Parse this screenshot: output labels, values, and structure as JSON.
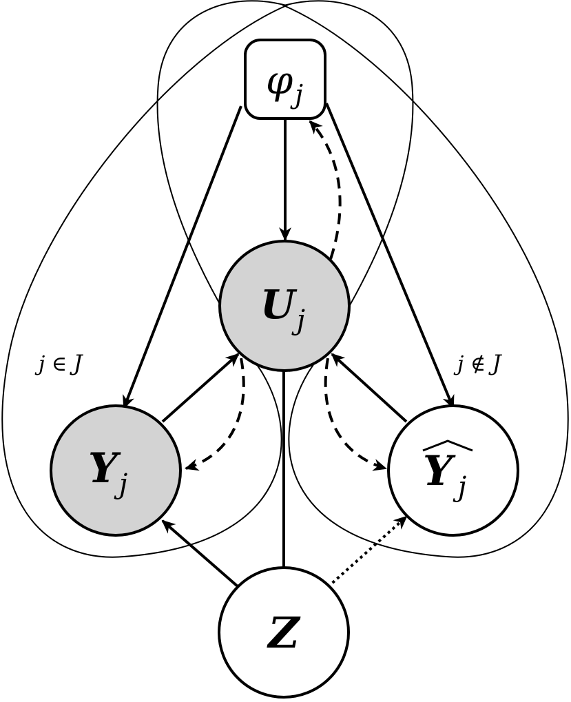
{
  "colors": {
    "stroke": "#000000",
    "observed_fill": "#d3d3d3",
    "latent_fill": "#ffffff",
    "background": "#ffffff"
  },
  "nodes": {
    "phi": {
      "base": "φ",
      "sub": "j",
      "shape": "rounded-square",
      "shaded": false
    },
    "u": {
      "base": "U",
      "sub": "j",
      "shape": "circle",
      "shaded": true
    },
    "y": {
      "base": "Y",
      "sub": "j",
      "shape": "circle",
      "shaded": true
    },
    "yhat": {
      "base": "Y",
      "sub": "j",
      "hat": true,
      "shape": "circle",
      "shaded": false
    },
    "z": {
      "base": "Z",
      "shape": "circle",
      "shaded": false
    }
  },
  "plates": {
    "left": {
      "label_pre": "j ∈ ",
      "label_set": "J"
    },
    "right": {
      "label_pre": "j ∉ ",
      "label_set": "J"
    }
  },
  "edges": [
    {
      "from": "phi",
      "to": "u",
      "style": "solid"
    },
    {
      "from": "phi",
      "to": "y",
      "style": "solid"
    },
    {
      "from": "phi",
      "to": "yhat",
      "style": "solid"
    },
    {
      "from": "u",
      "to": "phi",
      "style": "dashed"
    },
    {
      "from": "y",
      "to": "u",
      "style": "solid"
    },
    {
      "from": "yhat",
      "to": "u",
      "style": "solid"
    },
    {
      "from": "z",
      "to": "u",
      "style": "solid"
    },
    {
      "from": "z",
      "to": "y",
      "style": "solid"
    },
    {
      "from": "z",
      "to": "yhat",
      "style": "dotted"
    },
    {
      "from": "u",
      "to": "y",
      "style": "dashed"
    },
    {
      "from": "u",
      "to": "yhat",
      "style": "dashed"
    }
  ]
}
